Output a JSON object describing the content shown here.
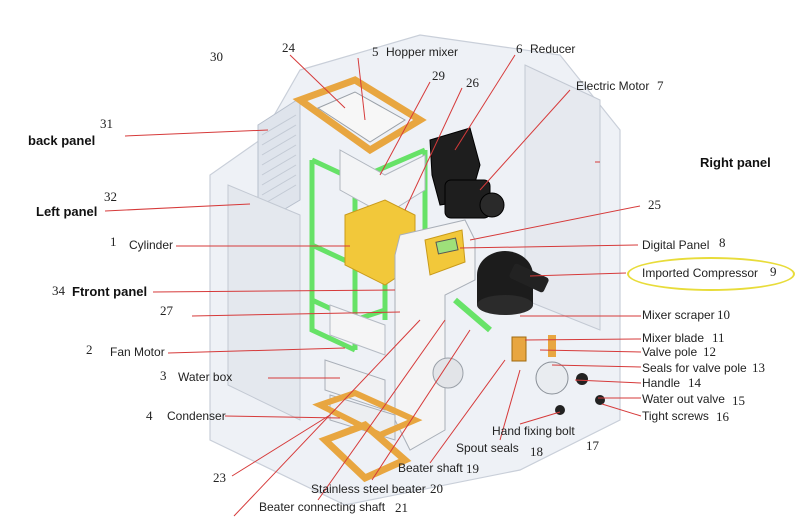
{
  "labels": {
    "hopper_mixer": "Hopper mixer",
    "reducer": "Reducer",
    "electric_motor": "Electric Motor",
    "back_panel": "back panel",
    "right_panel": "Right panel",
    "left_panel": "Left panel",
    "cylinder": "Cylinder",
    "digital_panel": "Digital Panel",
    "imported_compressor": "Imported Compressor",
    "front_panel": "Ftront panel",
    "mixer_scraper": "Mixer scraper",
    "mixer_blade": "Mixer blade",
    "fan_motor": "Fan Motor",
    "valve_pole": "Valve pole",
    "seals_valve_pole": "Seals for valve pole",
    "water_box": "Water box",
    "handle": "Handle",
    "water_out_valve": "Water out valve",
    "condenser": "Condenser",
    "tight_screws": "Tight screws",
    "hand_fixing_bolt": "Hand fixing bolt",
    "spout_seals": "Spout seals",
    "beater_shaft": "Beater shaft",
    "stainless_steel_beater": "Stainless steel beater",
    "beater_connecting_shaft": "Beater connecting shaft"
  },
  "numbers": {
    "n1": "1",
    "n2": "2",
    "n3": "3",
    "n4": "4",
    "n5": "5",
    "n6": "6",
    "n7": "7",
    "n8": "8",
    "n9": "9",
    "n10": "10",
    "n11": "11",
    "n12": "12",
    "n13": "13",
    "n14": "14",
    "n15": "15",
    "n16": "16",
    "n17": "17",
    "n18": "18",
    "n19": "19",
    "n20": "20",
    "n21": "21",
    "n23": "23",
    "n24": "24",
    "n25": "25",
    "n26": "26",
    "n27": "27",
    "n29": "29",
    "n30": "30",
    "n31": "31",
    "n32": "32",
    "n34": "34"
  },
  "colors": {
    "leader_line": "#d63a3a",
    "frame_green": "#4fe04f",
    "tray_orange": "#e8a640",
    "cylinder_yellow": "#f2c83a",
    "highlight_oval": "#e8dc3a"
  }
}
